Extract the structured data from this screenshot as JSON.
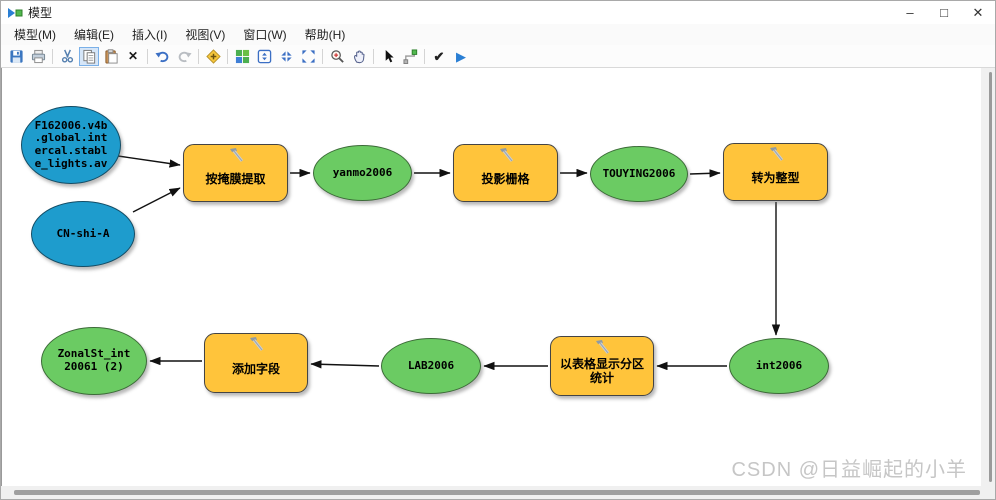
{
  "window": {
    "title": "模型",
    "controls": {
      "minimize": "–",
      "maximize": "□",
      "close": "✕"
    }
  },
  "menubar": {
    "items": [
      {
        "label": "模型(M)"
      },
      {
        "label": "编辑(E)"
      },
      {
        "label": "插入(I)"
      },
      {
        "label": "视图(V)"
      },
      {
        "label": "窗口(W)"
      },
      {
        "label": "帮助(H)"
      }
    ]
  },
  "toolbar": {
    "icons": [
      "save-icon",
      "print-icon",
      "cut-icon",
      "copy-icon",
      "paste-icon",
      "delete-icon",
      "undo-icon",
      "redo-icon",
      "add-data-icon",
      "auto-layout-icon",
      "fit-to-window-icon",
      "zoom-in-extent-icon",
      "full-extent-icon",
      "zoom-magnifier-icon",
      "pan-icon",
      "select-icon",
      "connect-icon",
      "validate-icon",
      "run-icon"
    ],
    "delete_glyph": "✕",
    "validate_glyph": "✔",
    "run_glyph": "▶"
  },
  "canvas": {
    "nodes": [
      {
        "id": "n1",
        "type": "input-data",
        "shape": "ellipse",
        "color": "#1E9CCD",
        "label": "F162006.v4b\n.global.int\nercal.stabl\ne_lights.av"
      },
      {
        "id": "n2",
        "type": "input-data",
        "shape": "ellipse",
        "color": "#1E9CCD",
        "label": "CN-shi-A"
      },
      {
        "id": "t1",
        "type": "tool",
        "shape": "rounded-rect",
        "color": "#FFC43B",
        "label": "按掩膜提取"
      },
      {
        "id": "d1",
        "type": "derived-data",
        "shape": "ellipse",
        "color": "#6BCB63",
        "label": "yanmo2006"
      },
      {
        "id": "t2",
        "type": "tool",
        "shape": "rounded-rect",
        "color": "#FFC43B",
        "label": "投影栅格"
      },
      {
        "id": "d2",
        "type": "derived-data",
        "shape": "ellipse",
        "color": "#6BCB63",
        "label": "TOUYING2006"
      },
      {
        "id": "t3",
        "type": "tool",
        "shape": "rounded-rect",
        "color": "#FFC43B",
        "label": "转为整型"
      },
      {
        "id": "d3",
        "type": "derived-data",
        "shape": "ellipse",
        "color": "#6BCB63",
        "label": "int2006"
      },
      {
        "id": "t4",
        "type": "tool",
        "shape": "rounded-rect",
        "color": "#FFC43B",
        "label": "以表格显示分区统计"
      },
      {
        "id": "d4",
        "type": "derived-data",
        "shape": "ellipse",
        "color": "#6BCB63",
        "label": "LAB2006"
      },
      {
        "id": "t5",
        "type": "tool",
        "shape": "rounded-rect",
        "color": "#FFC43B",
        "label": "添加字段"
      },
      {
        "id": "d5",
        "type": "derived-data",
        "shape": "ellipse",
        "color": "#6BCB63",
        "label": "ZonalSt_int\n20061 (2)"
      }
    ],
    "connections": [
      [
        "n1",
        "t1"
      ],
      [
        "n2",
        "t1"
      ],
      [
        "t1",
        "d1"
      ],
      [
        "d1",
        "t2"
      ],
      [
        "t2",
        "d2"
      ],
      [
        "d2",
        "t3"
      ],
      [
        "t3",
        "d3"
      ],
      [
        "d3",
        "t4"
      ],
      [
        "t4",
        "d4"
      ],
      [
        "d4",
        "t5"
      ],
      [
        "t5",
        "d5"
      ]
    ],
    "colors": {
      "input_data": "#1E9CCD",
      "derived_data": "#6BCB63",
      "tool": "#FFC43B",
      "node_border": "#3a3a3a",
      "arrow": "#111111"
    }
  },
  "watermark": "CSDN @日益崛起的小羊"
}
